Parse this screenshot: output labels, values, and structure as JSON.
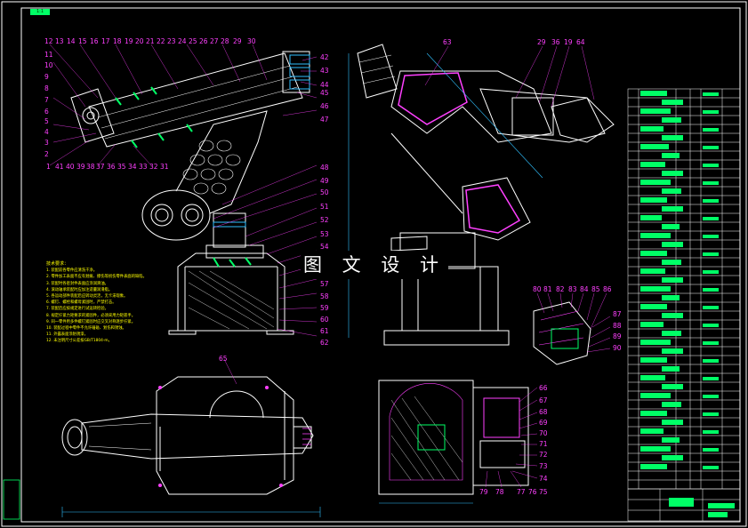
{
  "watermark": "图 文 设 计",
  "drawing_tag": "1:1",
  "front_view_labels": {
    "top": [
      "12",
      "13",
      "14",
      "15",
      "16",
      "17",
      "18",
      "19",
      "20",
      "21",
      "22",
      "23",
      "24",
      "25",
      "26",
      "27",
      "28",
      "29",
      "30"
    ],
    "left": [
      "11",
      "10",
      "9",
      "8",
      "7",
      "6",
      "5",
      "4",
      "3",
      "2"
    ],
    "bottom": [
      "1",
      "41",
      "40",
      "39",
      "38",
      "37",
      "36",
      "35",
      "34",
      "33",
      "32",
      "31"
    ],
    "right": [
      "42",
      "43",
      "44",
      "45",
      "46",
      "47",
      "48",
      "49",
      "50",
      "51",
      "52",
      "53",
      "54",
      "55",
      "56",
      "57",
      "58",
      "59",
      "60",
      "61",
      "62"
    ]
  },
  "side_view_labels": [
    "63",
    "29",
    "36",
    "19",
    "64"
  ],
  "detail_labels": [
    "80",
    "81",
    "82",
    "83",
    "84",
    "85",
    "86",
    "87",
    "88",
    "89",
    "90"
  ],
  "plan_label": "65",
  "section_labels": [
    "66",
    "67",
    "68",
    "69",
    "70",
    "71",
    "72",
    "73",
    "74",
    "75",
    "76",
    "77",
    "78",
    "79"
  ],
  "tech_requirements_title": "技术要求：",
  "tech_requirements": [
    "1. 装配前各零件应清洗干净。",
    "2. 零件加工表面不应有划痕、擦伤等损伤零件表面的缺陷。",
    "3. 装配时各密封件表面应涂润滑油。",
    "4. 滚动轴承装配时应加注适量润滑脂。",
    "5. 各运动部件装配后应转动灵活，无卡滞现象。",
    "6. 螺钉、螺栓和螺母紧固时，严禁打击。",
    "7. 装配后应按规定进行试运转检验。",
    "8. 规定拧紧力矩要求的紧固件，必须采用力矩扳手。",
    "9. 同一零件用多件螺钉紧固时应交叉对称逐步拧紧。",
    "10. 装配过程中零件不允许磕碰、划伤和锈蚀。",
    "11. 外露表面涂防锈漆。",
    "12. 未注明尺寸公差按GB/T1804-m。"
  ],
  "colors": {
    "background": "#000000",
    "outline": "#ffffff",
    "labels": "#ff40ff",
    "table": "#00ff66",
    "notes": "#ffff00",
    "lines": "#30c0ff"
  }
}
